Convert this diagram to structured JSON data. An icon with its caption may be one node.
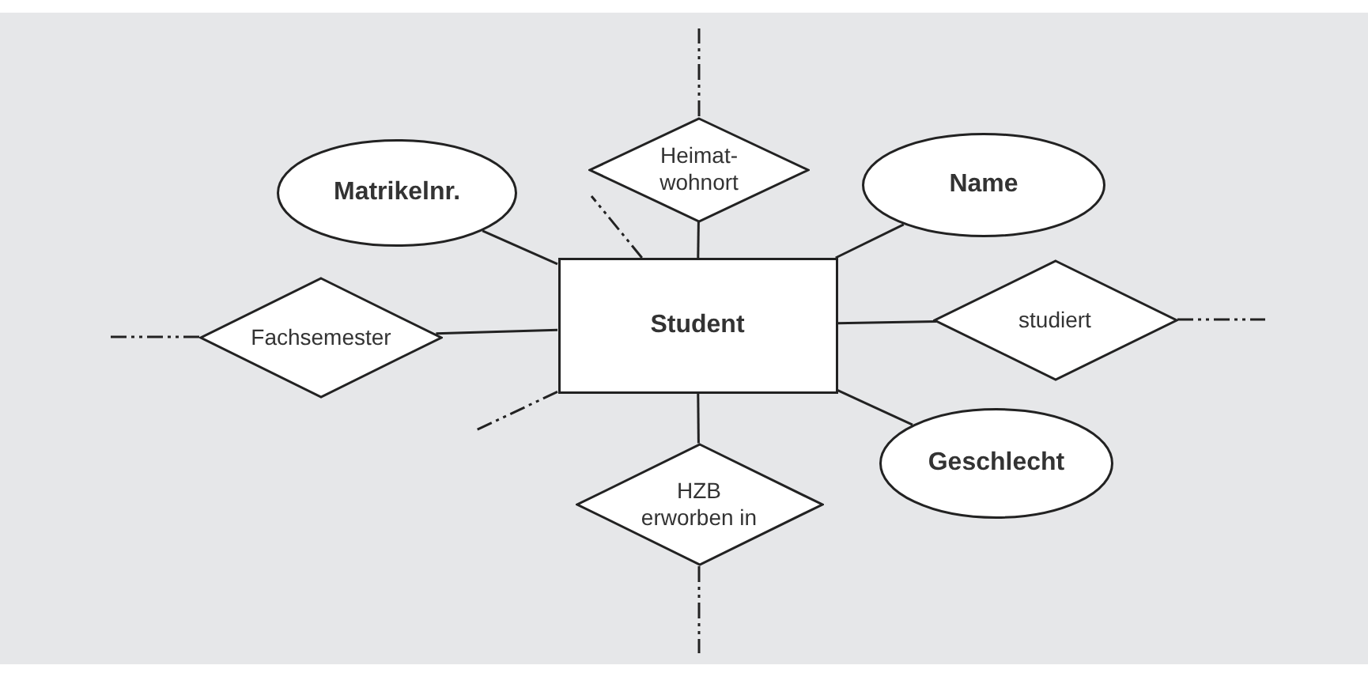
{
  "diagram": {
    "nodes": [
      {
        "text": [
          "Heimat- wohnort"
        ]
      },
      {
        "text": [
          "Matrikelnr."
        ]
      },
      {
        "text": [
          "Name"
        ]
      },
      {
        "text": [
          "Fachsemester"
        ]
      },
      {
        "text": [
          "Student"
        ]
      },
      {
        "text": [
          "studiert"
        ]
      },
      {
        "text": [
          "Geschlecht"
        ]
      },
      {
        "text": [
          "HZB erworben in"
        ]
      }
    ],
    "edges": [
      {
        "from": 4,
        "to": 0,
        "arrow": "none"
      },
      {
        "from": 4,
        "to": 1,
        "arrow": "none"
      },
      {
        "from": 4,
        "to": 2,
        "arrow": "none"
      },
      {
        "from": 4,
        "to": 3,
        "arrow": "none"
      },
      {
        "from": 4,
        "to": 5,
        "arrow": "none"
      },
      {
        "from": 4,
        "to": 6,
        "arrow": "none"
      },
      {
        "from": 4,
        "to": 7,
        "arrow": "none"
      },
      {
        "from": 0,
        "to": null,
        "arrow": "none",
        "style": "dashed"
      },
      {
        "from": 3,
        "to": null,
        "arrow": "none",
        "style": "dashed"
      },
      {
        "from": 5,
        "to": null,
        "arrow": "none",
        "style": "dashed"
      },
      {
        "from": 7,
        "to": null,
        "arrow": "none",
        "style": "dashed"
      },
      {
        "from": 4,
        "to": null,
        "arrow": "none",
        "style": "dashed"
      },
      {
        "from": 4,
        "to": null,
        "arrow": "none",
        "style": "dashed"
      }
    ]
  }
}
